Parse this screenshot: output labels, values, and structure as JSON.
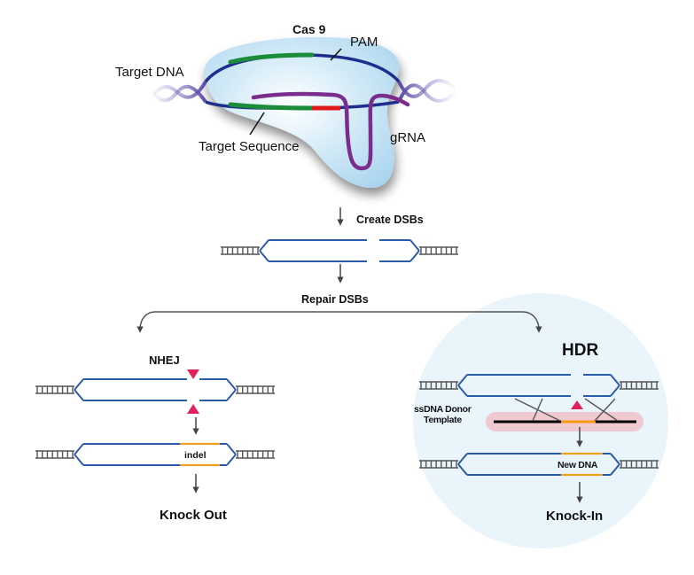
{
  "colors": {
    "cas9_fill": "#cbe6f5",
    "dna_strand": "#1e2e8c",
    "target_green": "#1a8c3a",
    "pam_red": "#e01a1a",
    "grna_purple": "#7b2d8e",
    "ds_blue": "#2a5ca8",
    "ladder_gray": "#555555",
    "cut_marker": "#e0215a",
    "insert_orange": "#f0a020",
    "hdr_circle": "#e9f4fb",
    "donor_bg": "#f0c8cf",
    "arrow": "#444444"
  },
  "cas9_panel": {
    "cas9_label": "Cas 9",
    "pam_label": "PAM",
    "target_dna_label": "Target DNA",
    "target_sequence_label": "Target Sequence",
    "grna_label": "gRNA"
  },
  "steps": {
    "create_dsbs": "Create DSBs",
    "repair_dsbs": "Repair DSBs"
  },
  "nhej": {
    "title": "NHEJ",
    "indel_label": "indel",
    "outcome": "Knock Out"
  },
  "hdr": {
    "title": "HDR",
    "donor_label_line1": "ssDNA Donor",
    "donor_label_line2": "Template",
    "new_dna_label": "New DNA",
    "outcome": "Knock-In"
  }
}
